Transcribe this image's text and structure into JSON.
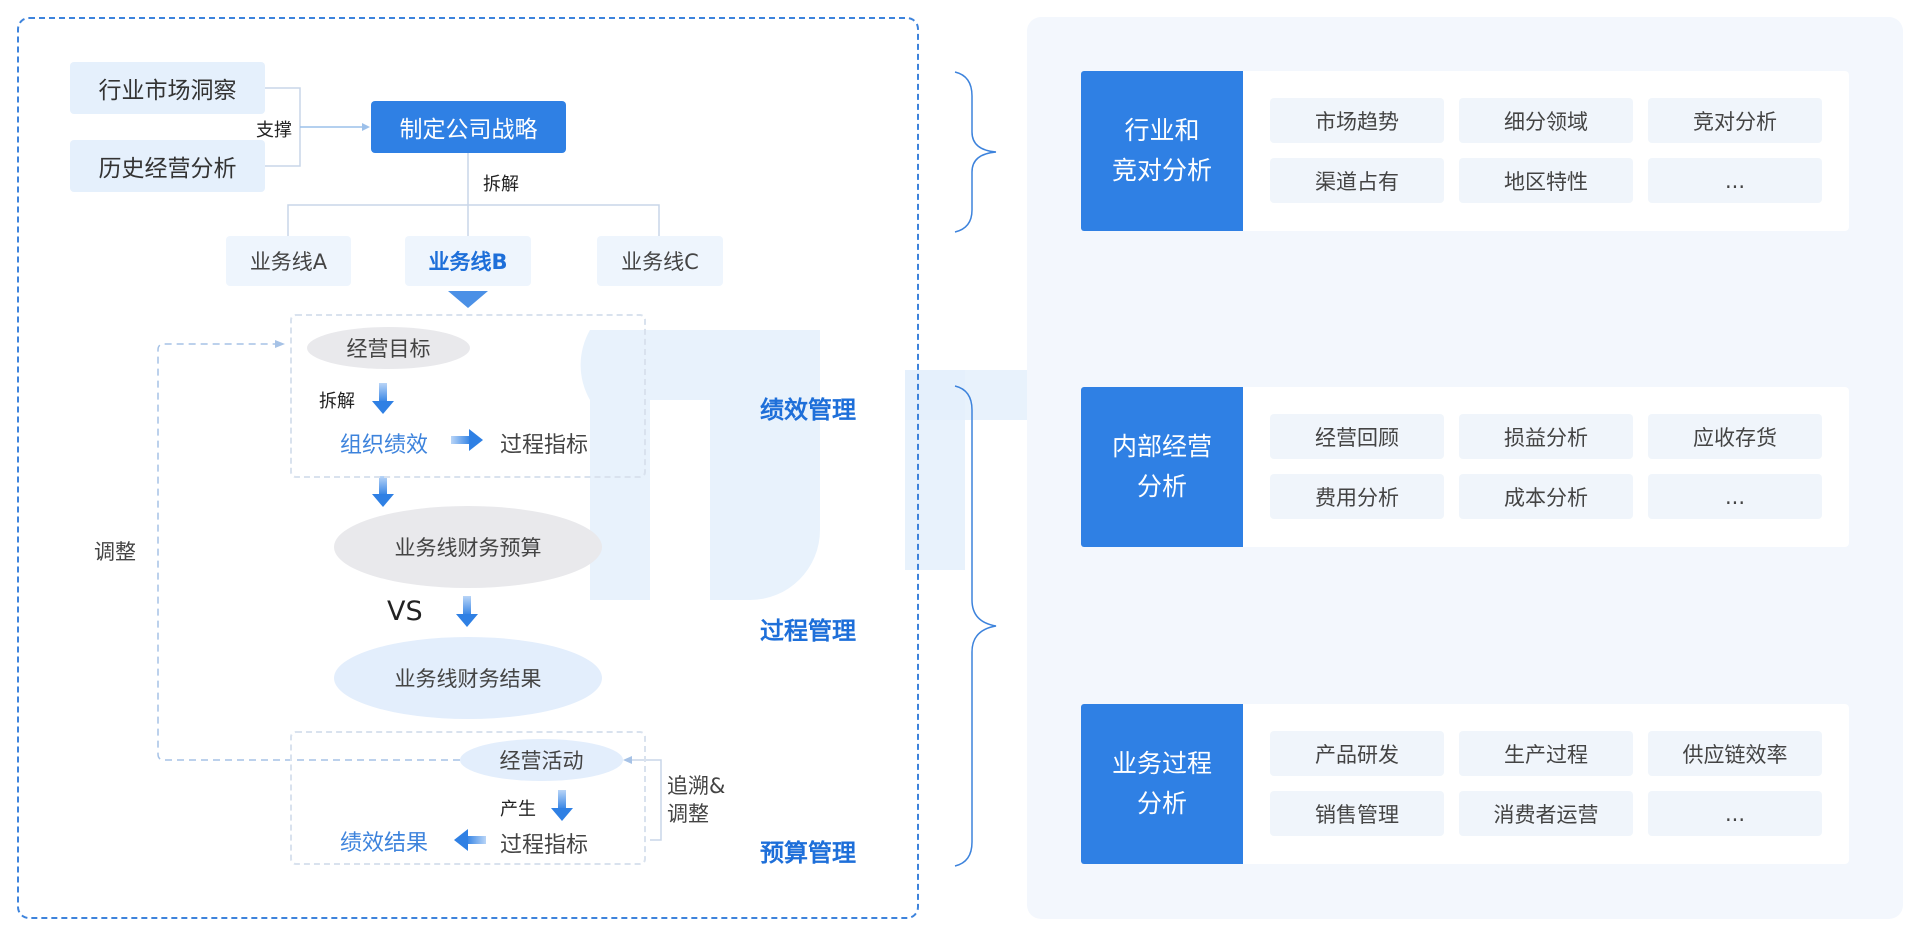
{
  "strategy": {
    "inputs": [
      "行业市场洞察",
      "历史经营分析"
    ],
    "support_label": "支撑",
    "center": "制定公司战略",
    "decompose_label": "拆解",
    "business_lines": [
      "业务线A",
      "业务线B",
      "业务线C"
    ],
    "active_line_index": 1
  },
  "performance_box": {
    "goal": "经营目标",
    "decompose_label": "拆解",
    "org_performance": "组织绩效",
    "process_metric": "过程指标"
  },
  "budget": {
    "budget": "业务线财务预算",
    "vs": "VS",
    "result": "业务线财务结果"
  },
  "activity_box": {
    "activity": "经营活动",
    "produce_label": "产生",
    "process_metric": "过程指标",
    "performance_result": "绩效结果"
  },
  "adjust_label": "调整",
  "trace_label": [
    "追溯&",
    "调整"
  ],
  "management_labels": [
    "绩效管理",
    "过程管理",
    "预算管理"
  ],
  "analysis_cards": [
    {
      "title": [
        "行业和",
        "竞对分析"
      ],
      "items": [
        "市场趋势",
        "细分领域",
        "竞对分析",
        "渠道占有",
        "地区特性",
        "..."
      ]
    },
    {
      "title": [
        "内部经营",
        "分析"
      ],
      "items": [
        "经营回顾",
        "损益分析",
        "应收存货",
        "费用分析",
        "成本分析",
        "..."
      ]
    },
    {
      "title": [
        "业务过程",
        "分析"
      ],
      "items": [
        "产品研发",
        "生产过程",
        "供应链效率",
        "销售管理",
        "消费者运营",
        "..."
      ]
    }
  ],
  "colors": {
    "primary": "#2f80e4",
    "accent_text": "#1e6fd9",
    "light_block": "#e5f0fc",
    "panel_bg": "#f3f7fd",
    "dashed_border": "#3d83dc"
  }
}
